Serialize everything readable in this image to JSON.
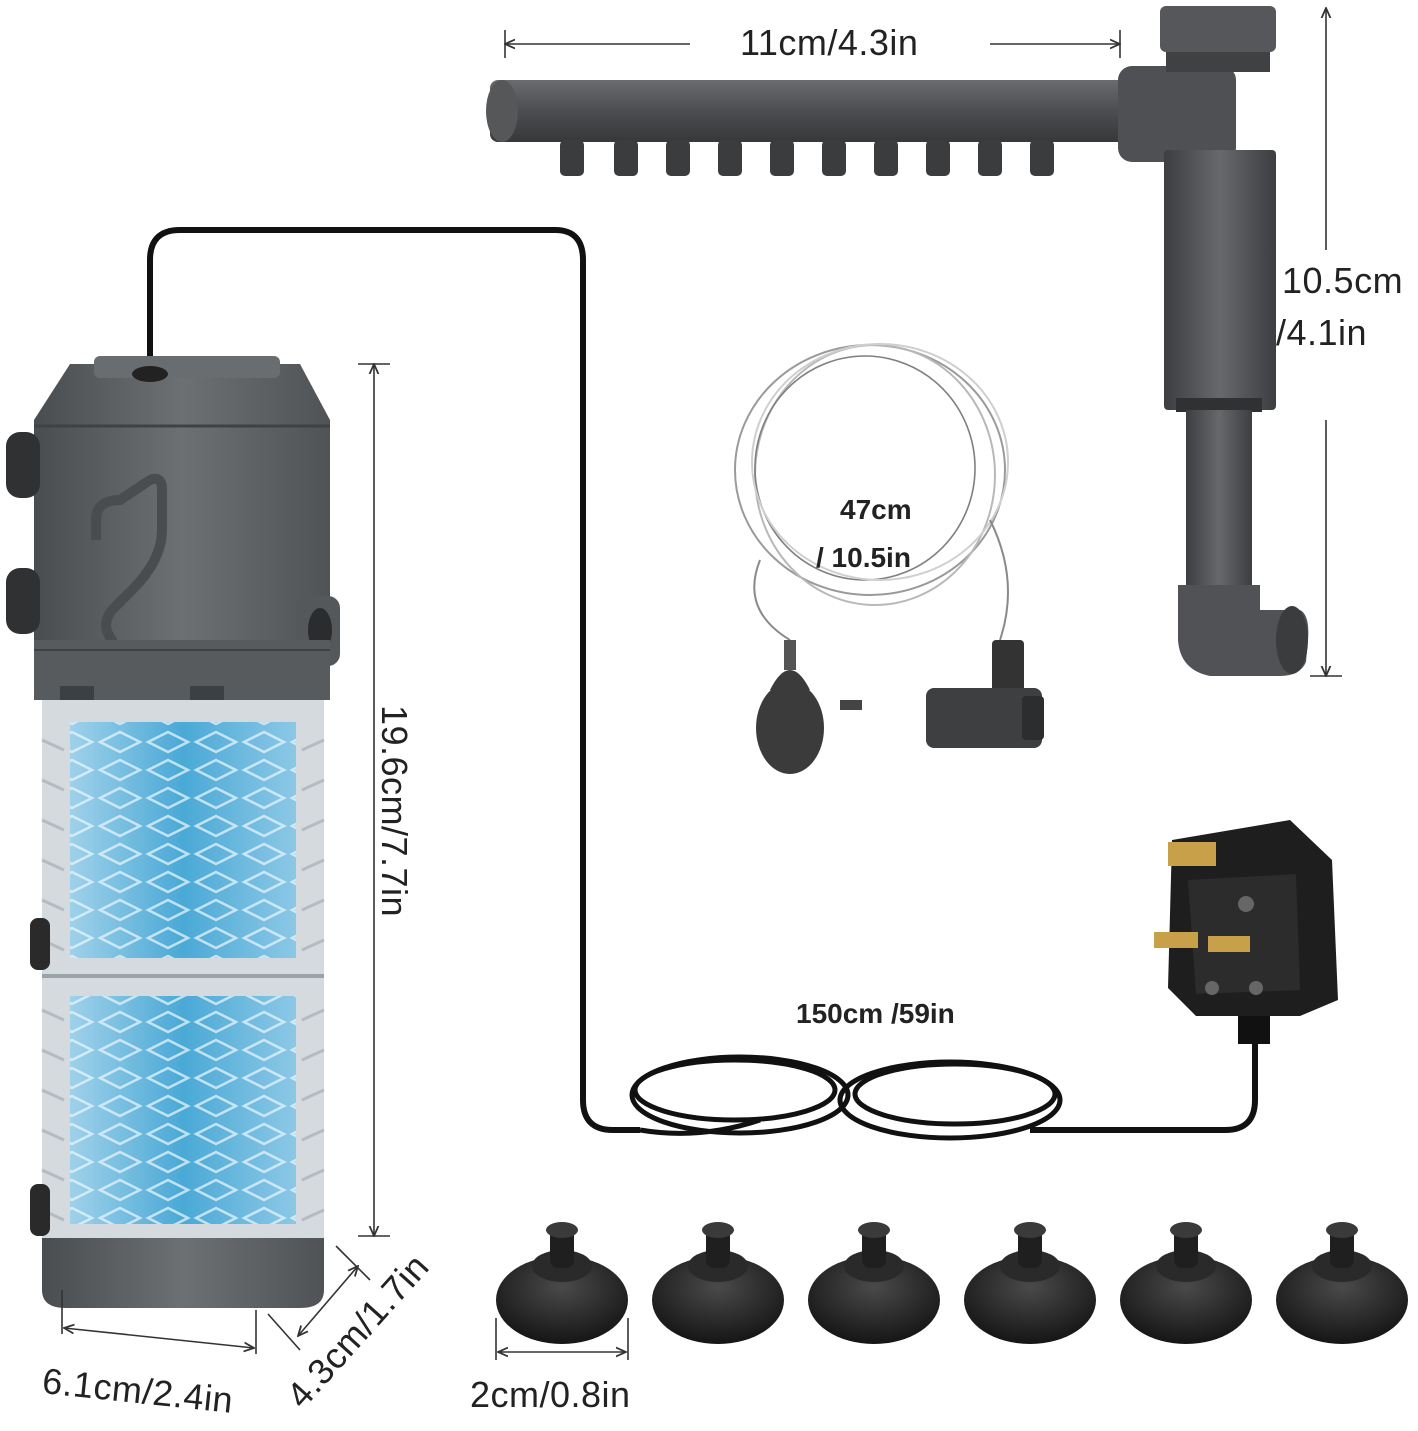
{
  "labels": {
    "spray_bar_length": "11cm/4.3in",
    "spray_bar_height_line1": "10.5cm",
    "spray_bar_height_line2": "/4.1in",
    "airline_length_line1": "47cm",
    "airline_length_line2": "/ 10.5in",
    "filter_height": "19.6cm/7.7in",
    "cable_length": "150cm /59in",
    "filter_width": "6.1cm/2.4in",
    "filter_depth": "4.3cm/1.7in",
    "suction_cup_size": "2cm/0.8in"
  },
  "colors": {
    "pump_body": "#5e6164",
    "pump_dark": "#3f4245",
    "sponge": "#4aa9d6",
    "spray_bar": "#4b4d50",
    "cable": "#111111",
    "plug_pin": "#c9a04a",
    "suction_cup": "#1c1c1c"
  },
  "icons": {
    "pump": "filter-pump-icon",
    "spray_bar": "spray-bar-icon",
    "airline": "airline-tube-icon",
    "plug": "uk-plug-icon",
    "suction_cup": "suction-cup-icon"
  },
  "suction_cup_count": 6
}
